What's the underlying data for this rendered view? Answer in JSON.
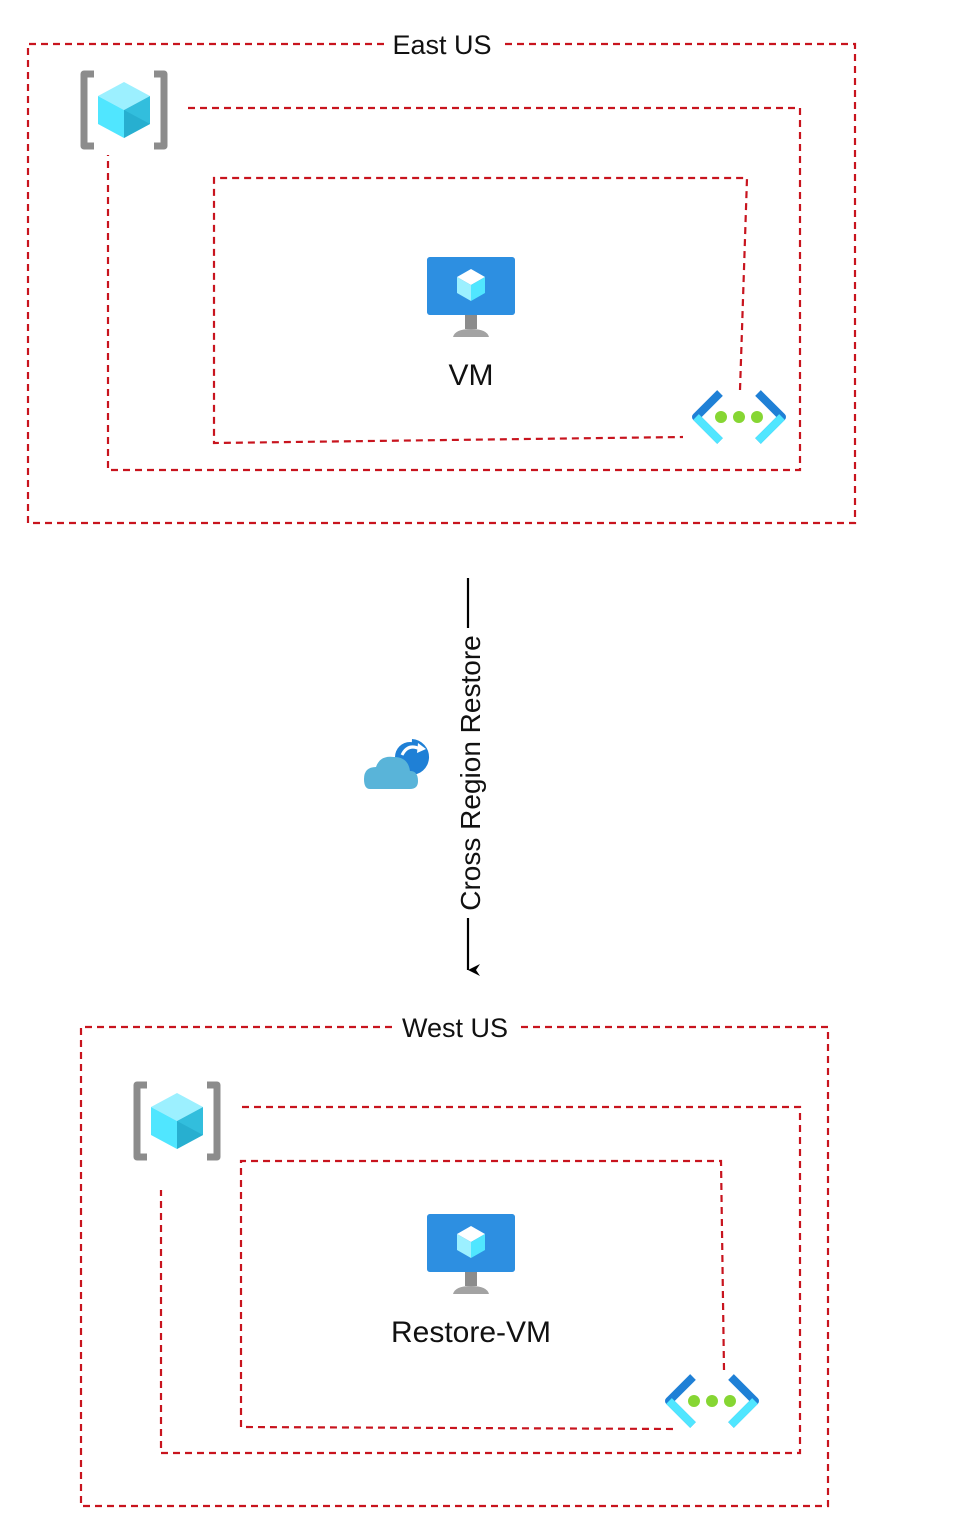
{
  "regions": [
    {
      "label": "East US",
      "vm_label": "VM"
    },
    {
      "label": "West US",
      "vm_label": "Restore-VM"
    }
  ],
  "connector": {
    "label": "Cross Region Restore"
  },
  "icons": {
    "resource_group": "resource-group-icon",
    "virtual_machine": "virtual-machine-icon",
    "virtual_network": "virtual-network-icon",
    "backup": "cloud-backup-icon"
  },
  "colors": {
    "boundary": "#c8141e",
    "azure_blue": "#1f80d6",
    "cube_cyan": "#50e6ff",
    "vnet_green": "#86d633"
  }
}
